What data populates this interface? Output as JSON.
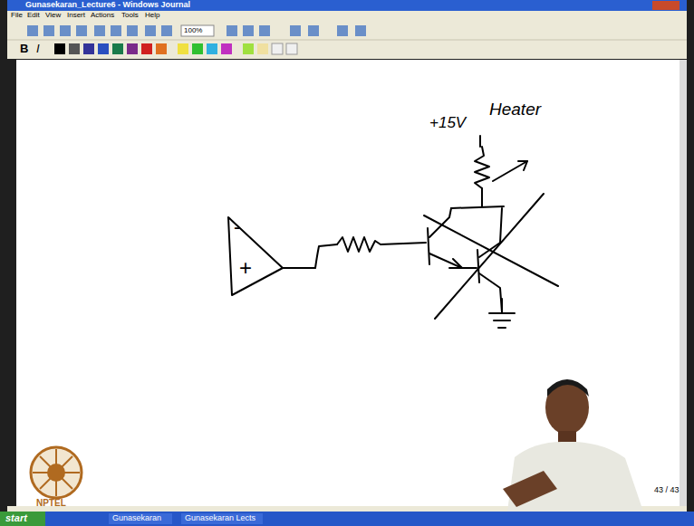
{
  "diagram": {
    "nodes": [
      {
        "text": [
          "-",
          "+"
        ]
      }
    ],
    "labels": [
      "Gunasekaran_Lecture6 - Windows Journal",
      "File",
      "Edit",
      "View",
      "Insert",
      "Actions",
      "Tools",
      "Help",
      "100%",
      "B",
      "I",
      "+15V",
      "Heater",
      "43 / 43",
      "NPTEL",
      "start",
      "Gunasekaran",
      "Gunasekaran Lects"
    ]
  }
}
